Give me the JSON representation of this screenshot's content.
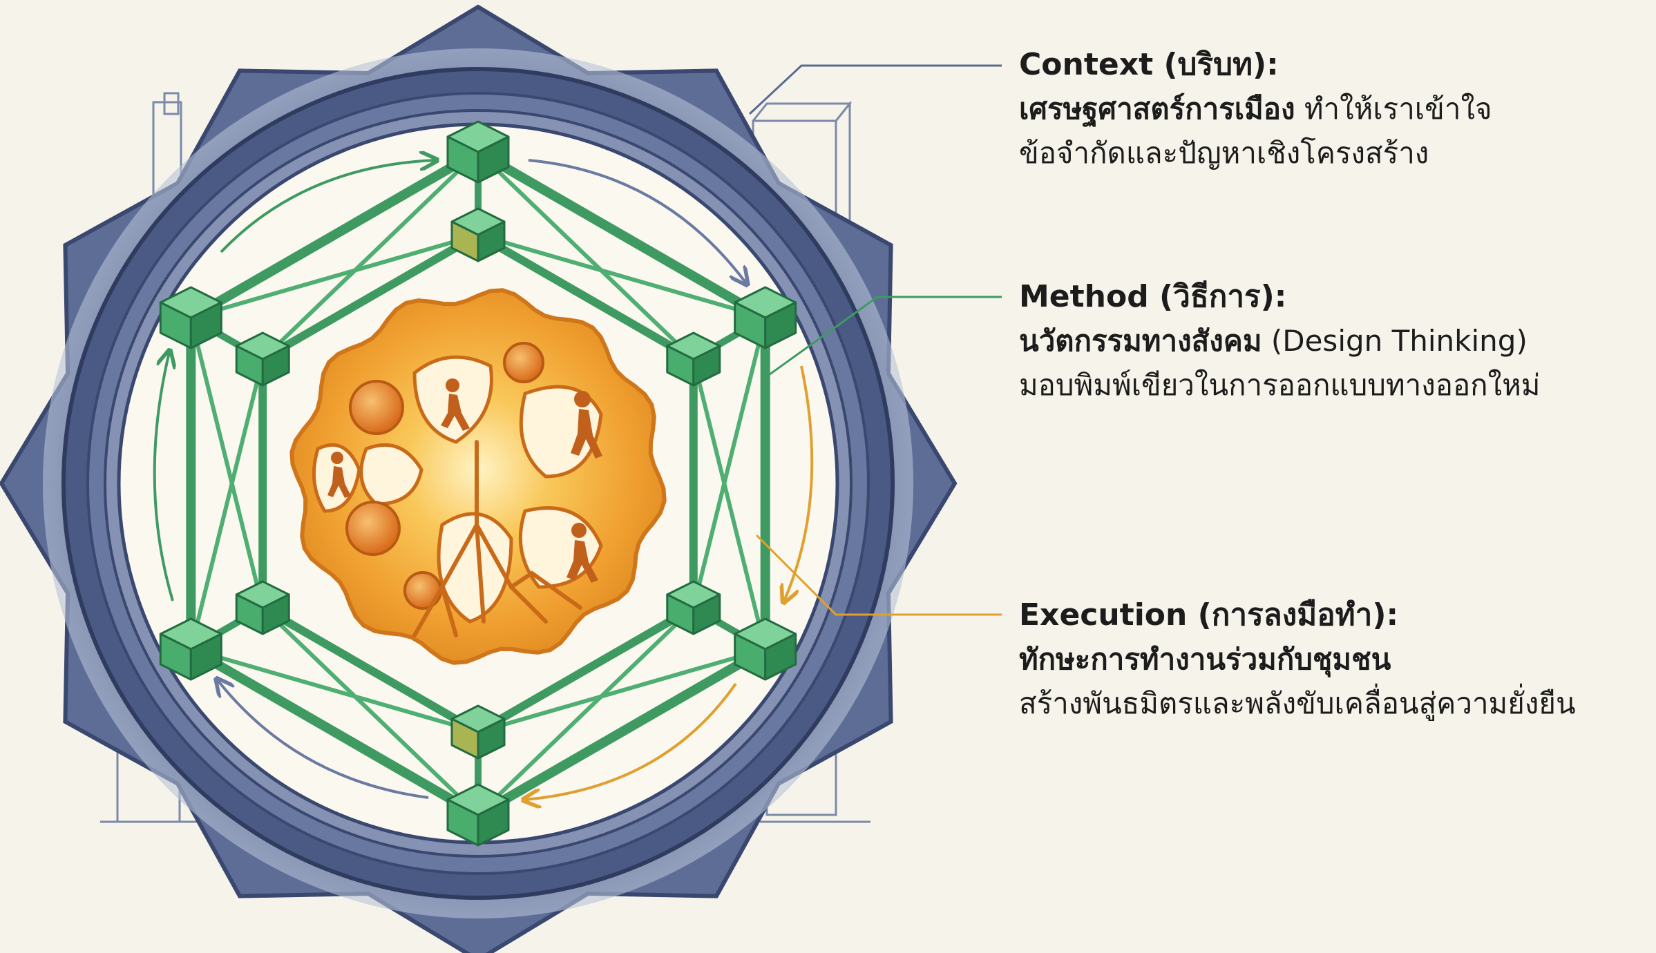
{
  "callouts": {
    "context": {
      "heading": "Context (บริบท):",
      "line1_bold": "เศรษฐศาสตร์การเมือง",
      "line1_rest": " ทำให้เราเข้าใจ",
      "line2": "ข้อจำกัดและปัญหาเชิงโครงสร้าง"
    },
    "method": {
      "heading": "Method (วิธีการ):",
      "line1_bold": "นวัตกรรมทางสังคม",
      "line1_rest": " (Design Thinking)",
      "line2": "มอบพิมพ์เขียวในการออกแบบทางออกใหม่"
    },
    "execution": {
      "heading": "Execution (การลงมือทำ):",
      "line1_bold": "ทักษะการทำงานร่วมกับชุมชน",
      "line2": "สร้างพันธมิตรและพลังขับเคลื่อนสู่ความยั่งยืน"
    }
  },
  "colors": {
    "background": "#f6f3ea",
    "outer_ring": "#4a5a85",
    "framework_green": "#3f9a62",
    "core_orange": "#f0a030",
    "text": "#1c1c1c",
    "context_leader": "#5a6a90",
    "method_leader": "#3f9a62",
    "execution_leader": "#e0a030"
  }
}
